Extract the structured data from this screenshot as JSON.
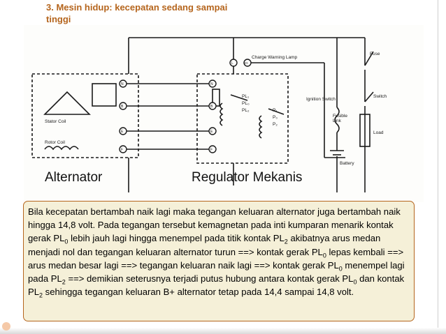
{
  "slide": {
    "title": "3. Mesin hidup: kecepatan sedang sampai\ntinggi"
  },
  "diagram": {
    "left_label": "Alternator",
    "right_label": "Regulator Mekanis",
    "labels": {
      "fuse": "Fuse",
      "switch": "Switch",
      "charge_warning_lamp": "Charge Warning Lamp",
      "ignition_switch": "Ignition Switch",
      "fusible_link": "Fusible\nLink",
      "load": "Load",
      "battery": "Battery",
      "stator_coil": "Stator Coil",
      "rotor_coil": "Rotor Coil",
      "pl1": "PL₁",
      "pl0": "PL₀",
      "pl2": "PL₂",
      "p1": "P₁",
      "p0": "P₀",
      "p2": "P₂",
      "terminal_n": "N",
      "terminal_b": "B",
      "terminal_e": "E",
      "terminal_f": "F",
      "terminal_l": "L",
      "terminal_ig": "IG"
    }
  },
  "body": {
    "p1": "Bila kecepatan bertambah naik lagi maka tegangan keluaran alternator juga bertambah naik hingga 14,8 volt. Pada tegangan tersebut kemagnetan pada inti kumparan menarik kontak gerak PL",
    "s1": "0",
    "p2": " lebih jauh lagi hingga menempel pada titik kontak PL",
    "s2": "2",
    "p3": " akibatnya arus medan menjadi nol dan tegangan keluaran alternator turun ==> kontak gerak PL",
    "s3": "0",
    "p4": " lepas kembali ==> arus medan besar lagi ==> tegangan keluaran naik lagi ==> kontak gerak PL",
    "s4": "0",
    "p5": " menempel lagi pada PL",
    "s5": "2",
    "p6": " ==> demikian seterusnya terjadi putus hubung antara kontak gerak PL",
    "s6": "0",
    "p7": " dan kontak PL",
    "s7": "2",
    "p8": " sehingga tegangan keluaran B+ alternator tetap pada 14,4 sampai 14,8 volt."
  }
}
